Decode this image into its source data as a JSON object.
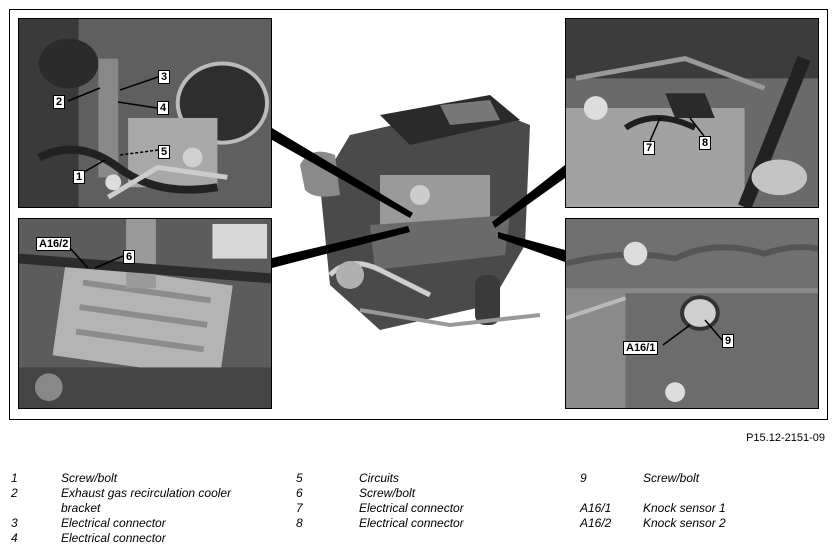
{
  "figure_ref": "P15.12-2151-09",
  "callouts": {
    "c1": "1",
    "c2": "2",
    "c3": "3",
    "c4": "4",
    "c5": "5",
    "c6": "6",
    "c7": "7",
    "c8": "8",
    "c9": "9",
    "a161": "A16/1",
    "a162": "A16/2"
  },
  "legend": {
    "col1": [
      {
        "key": "1",
        "value": "Screw/bolt"
      },
      {
        "key": "2",
        "value": "Exhaust gas recirculation cooler bracket"
      },
      {
        "key": "3",
        "value": "Electrical connector"
      },
      {
        "key": "4",
        "value": "Electrical connector"
      }
    ],
    "col2": [
      {
        "key": "5",
        "value": "Circuits"
      },
      {
        "key": "6",
        "value": "Screw/bolt"
      },
      {
        "key": "7",
        "value": "Electrical connector"
      },
      {
        "key": "8",
        "value": "Electrical connector"
      }
    ],
    "col3": [
      {
        "key": "9",
        "value": "Screw/bolt"
      },
      {
        "key": "A16/1",
        "value": "Knock sensor 1"
      },
      {
        "key": "A16/2",
        "value": "Knock sensor 2"
      }
    ]
  },
  "colors": {
    "border": "#000000",
    "photo_gray": "#7a7a7a",
    "background": "#ffffff"
  }
}
